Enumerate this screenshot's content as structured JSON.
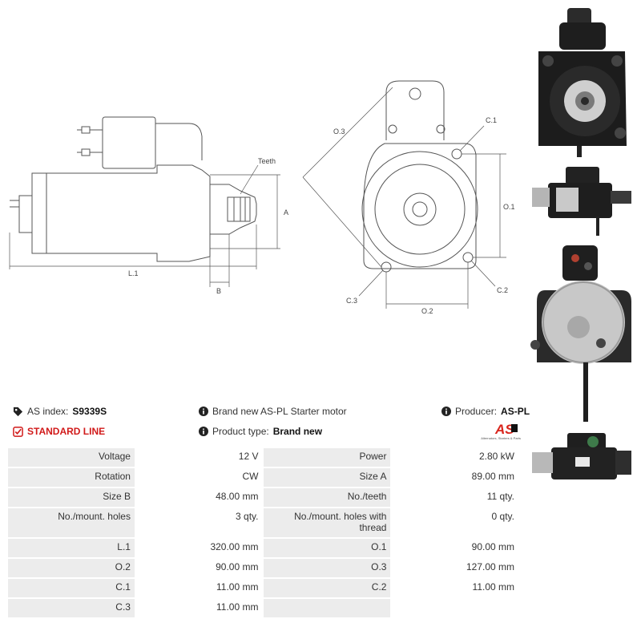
{
  "drawing": {
    "labels": {
      "teeth": "Teeth",
      "a": "A",
      "l1": "L.1",
      "b": "B",
      "o3": "O.3",
      "c1": "C.1",
      "o1": "O.1",
      "c2": "C.2",
      "c3": "C.3",
      "o2": "O.2"
    }
  },
  "info": {
    "as_index_label": "AS index:",
    "as_index_value": "S9339S",
    "standard_line": "STANDARD LINE",
    "description": "Brand new AS-PL Starter motor",
    "product_type_label": "Product type:",
    "product_type_value": "Brand new",
    "producer_label": "Producer:",
    "producer_value": "AS-PL"
  },
  "logo": {
    "text": "AS",
    "tagline": "Alternators, Starters & Parts",
    "colors": {
      "red": "#d9251c",
      "black": "#111111"
    }
  },
  "specs": [
    {
      "k1": "Voltage",
      "v1": "12 V",
      "k2": "Power",
      "v2": "2.80 kW"
    },
    {
      "k1": "Rotation",
      "v1": "CW",
      "k2": "Size A",
      "v2": "89.00 mm"
    },
    {
      "k1": "Size B",
      "v1": "48.00 mm",
      "k2": "No./teeth",
      "v2": "11 qty."
    },
    {
      "k1": "No./mount. holes",
      "v1": "3 qty.",
      "k2": "No./mount. holes with thread",
      "v2": "0 qty."
    },
    {
      "k1": "L.1",
      "v1": "320.00 mm",
      "k2": "O.1",
      "v2": "90.00 mm"
    },
    {
      "k1": "O.2",
      "v1": "90.00 mm",
      "k2": "O.3",
      "v2": "127.00 mm"
    },
    {
      "k1": "C.1",
      "v1": "11.00 mm",
      "k2": "C.2",
      "v2": "11.00 mm"
    },
    {
      "k1": "C.3",
      "v1": "11.00 mm",
      "k2": "",
      "v2": ""
    }
  ]
}
